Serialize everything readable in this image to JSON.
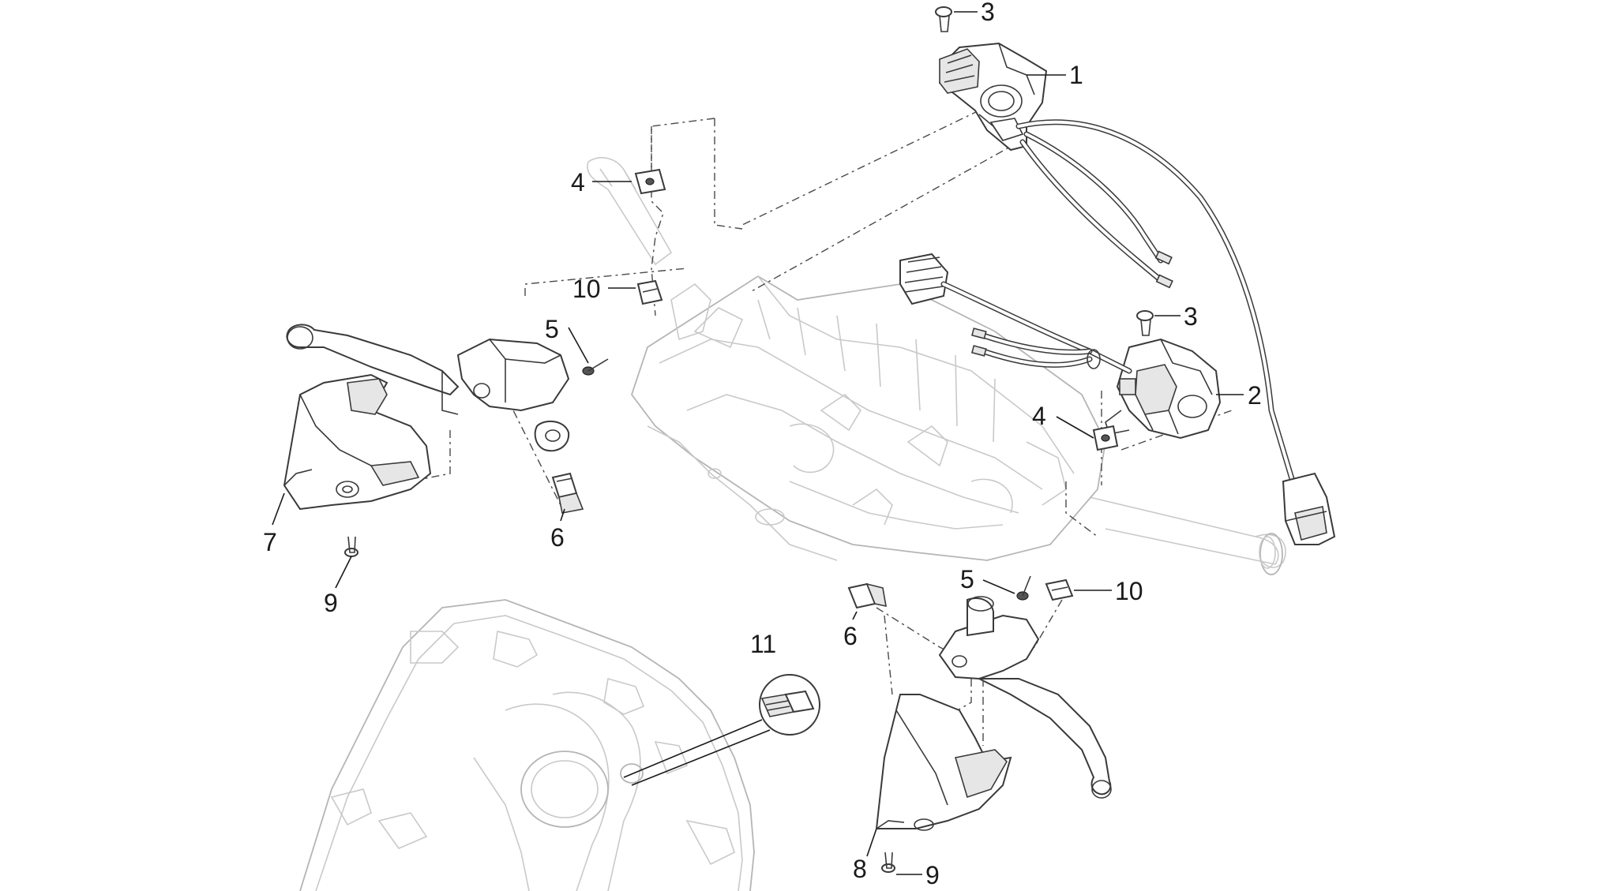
{
  "diagram": {
    "callouts": [
      {
        "id": "c3a",
        "label": "3"
      },
      {
        "id": "c1",
        "label": "1"
      },
      {
        "id": "c4a",
        "label": "4"
      },
      {
        "id": "c10a",
        "label": "10"
      },
      {
        "id": "c5a",
        "label": "5"
      },
      {
        "id": "c3b",
        "label": "3"
      },
      {
        "id": "c2",
        "label": "2"
      },
      {
        "id": "c4b",
        "label": "4"
      },
      {
        "id": "c6a",
        "label": "6"
      },
      {
        "id": "c7",
        "label": "7"
      },
      {
        "id": "c9a",
        "label": "9"
      },
      {
        "id": "c5b",
        "label": "5"
      },
      {
        "id": "c10b",
        "label": "10"
      },
      {
        "id": "c6b",
        "label": "6"
      },
      {
        "id": "c11",
        "label": "11"
      },
      {
        "id": "c8",
        "label": "8"
      },
      {
        "id": "c9b",
        "label": "9"
      }
    ],
    "colors": {
      "line": "#3a3a3a",
      "ghost": "#c9c9c9",
      "text": "#1a1a1a",
      "background": "#ffffff"
    }
  }
}
